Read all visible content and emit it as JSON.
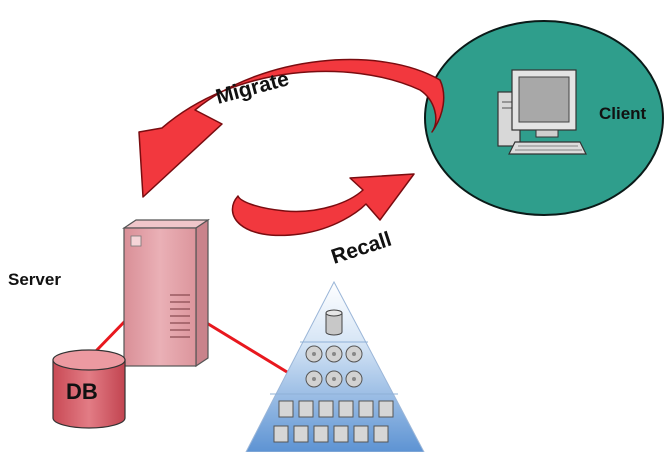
{
  "labels": {
    "migrate": "Migrate",
    "recall": "Recall",
    "client": "Client",
    "server": "Server",
    "db": "DB"
  },
  "colors": {
    "arrow": "#f2383e",
    "client_ellipse": "#2f9e8c",
    "server_body": "#e3a2a8",
    "db_body": "#d9626c",
    "link_line": "#e8181e",
    "pyramid_top": "#ffffff",
    "pyramid_bottom": "#5d93d3"
  },
  "icons": {
    "client": "desktop-computer-icon",
    "server": "tower-server-icon",
    "db": "database-cylinder-icon",
    "storage": "storage-hierarchy-pyramid-icon"
  }
}
